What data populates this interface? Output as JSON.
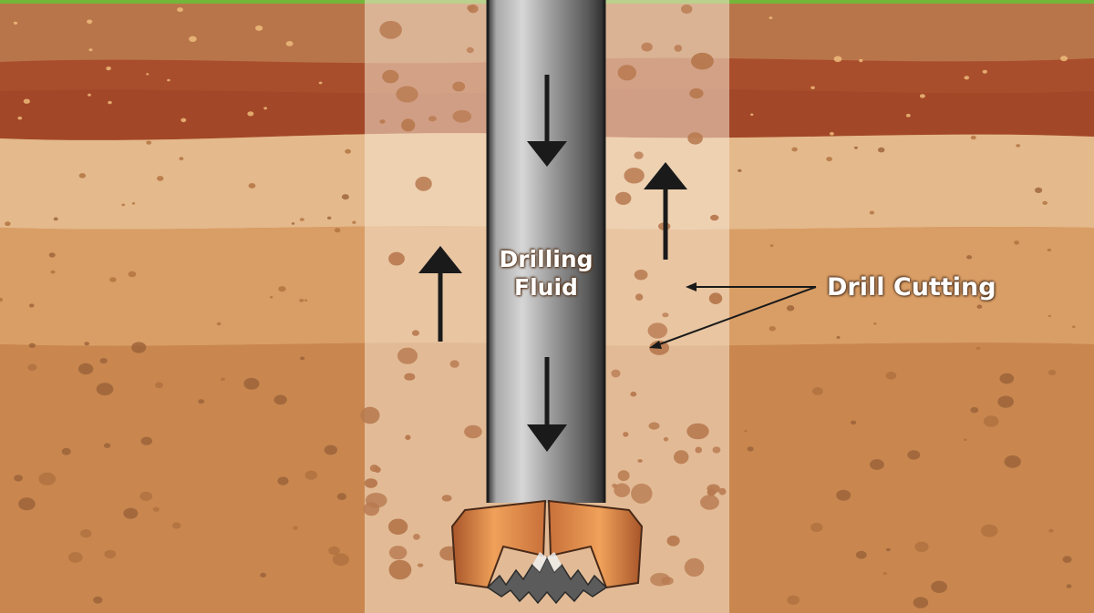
{
  "labels": {
    "fluid_line1": "Drilling",
    "fluid_line2": "Fluid",
    "cutting": "Drill Cutting"
  },
  "colors": {
    "grass": "#74b63a",
    "topsoil": "#b9754a",
    "red_clay": "#a94e2c",
    "sand": "#e4b98b",
    "mid_soil": "#d99e66",
    "deep_soil": "#c9874f",
    "borehole": "#f1ddc6",
    "pipe_dark": "#3c3c3c",
    "pipe_light": "#d6d6d6",
    "bit": "#e08a44",
    "bit_dark": "#a8552a",
    "teeth": "#5b5b5b",
    "cutting": "#b87a50",
    "arrow": "#1a1a1a"
  },
  "icons": [
    "down-arrow-icon",
    "up-arrow-icon",
    "drill-bit-icon"
  ]
}
